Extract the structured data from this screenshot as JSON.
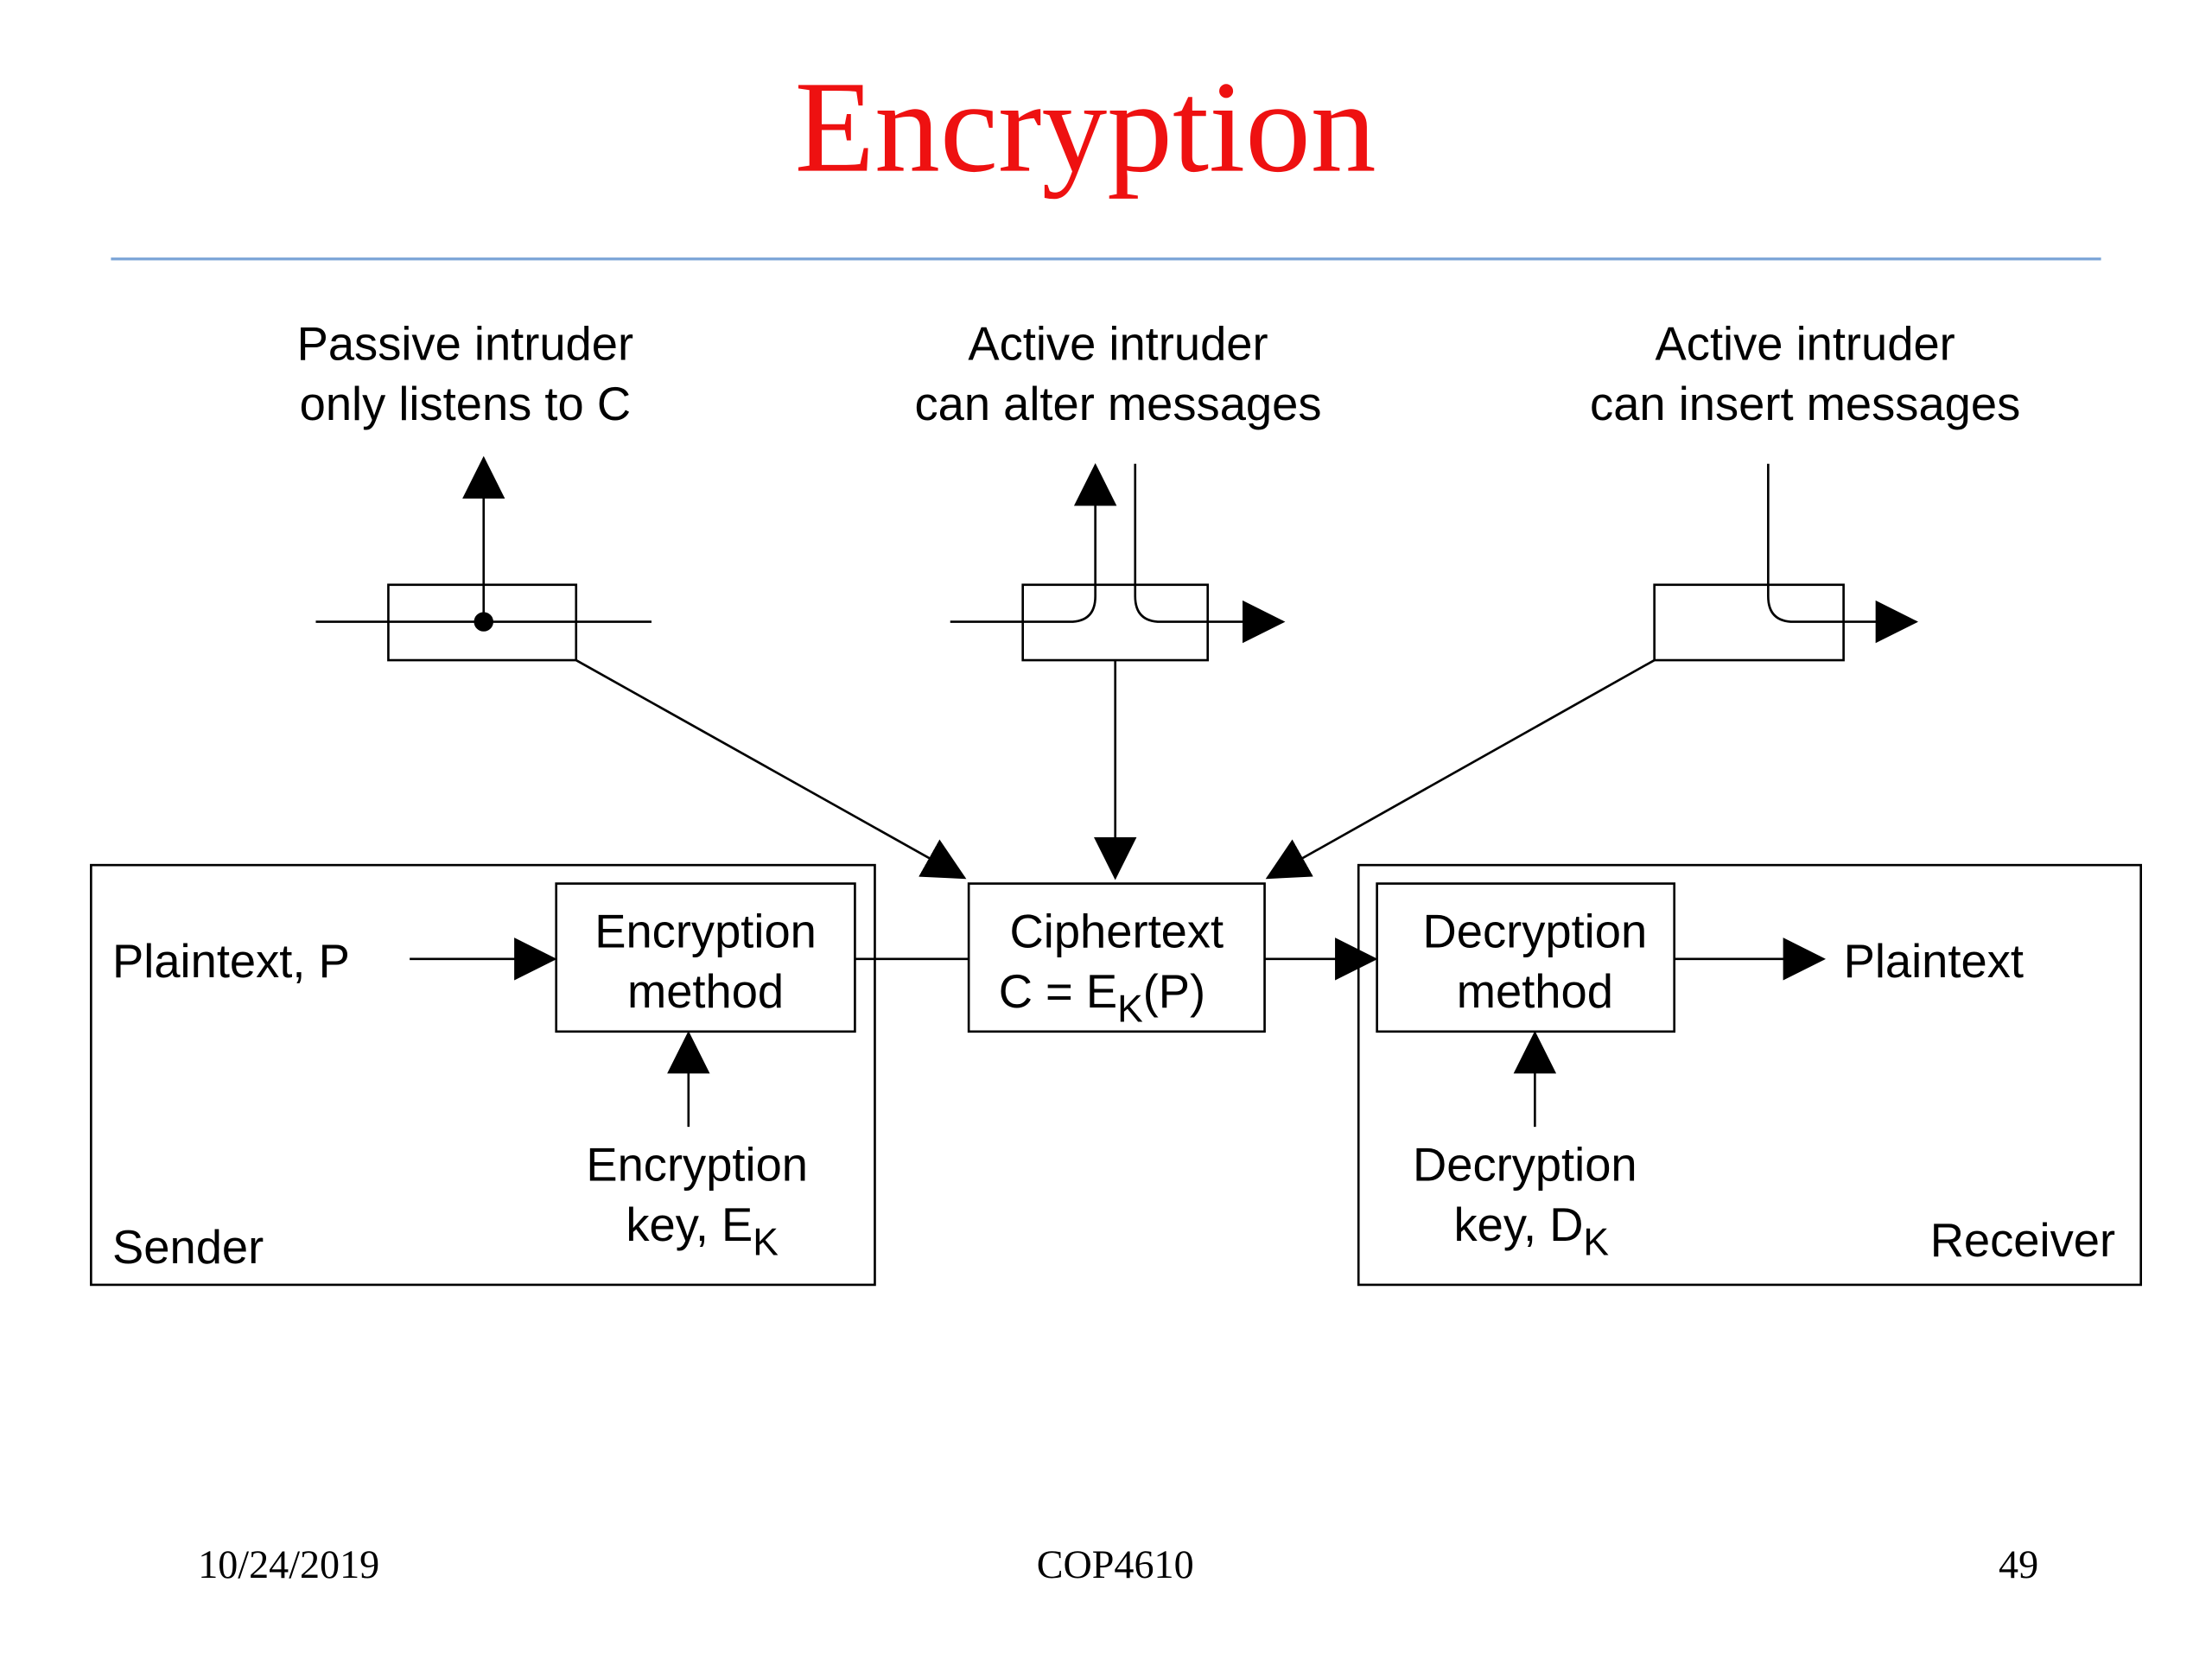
{
  "slide": {
    "title": "Encryption",
    "title_color": "#ee1111",
    "rule_color": "#7fa7d8",
    "footer": {
      "date": "10/24/2019",
      "course": "COP4610",
      "page": "49"
    }
  },
  "intruders": {
    "passive": {
      "line1": "Passive intruder",
      "line2": "only listens to C"
    },
    "alter": {
      "line1": "Active intruder",
      "line2": "can alter messages"
    },
    "insert": {
      "line1": "Active intruder",
      "line2": "can insert messages"
    }
  },
  "sender": {
    "label": "Sender",
    "plaintext_label": "Plaintext, P",
    "method_line1": "Encryption",
    "method_line2": "method",
    "key_line1": "Encryption",
    "key_line2": "key, E",
    "key_subscript": "K"
  },
  "ciphertext": {
    "line1": "Ciphertext",
    "line2_prefix": "C = E",
    "line2_subscript": "K",
    "line2_suffix": "(P)"
  },
  "receiver": {
    "label": "Receiver",
    "plaintext_label": "Plaintext",
    "method_line1": "Decryption",
    "method_line2": "method",
    "key_line1": "Decryption",
    "key_line2": "key, D",
    "key_subscript": "K"
  }
}
